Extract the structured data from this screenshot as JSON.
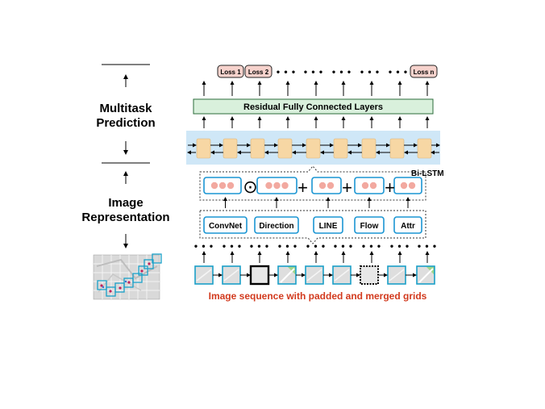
{
  "left_labels": {
    "multitask_line1": "Multitask",
    "multitask_line2": "Prediction",
    "image_line1": "Image",
    "image_line2": "Representation"
  },
  "losses": [
    "Loss 1",
    "Loss 2",
    "Loss n"
  ],
  "ellipsis": "• • •",
  "residual_label": "Residual Fully Connected Layers",
  "bilstm_label": "Bi-LSTM",
  "operators": {
    "hadamard": "⊙",
    "plus": "+"
  },
  "features": [
    "ConvNet",
    "Direction",
    "LINE",
    "Flow",
    "Attr"
  ],
  "caption": "Image sequence with padded and merged grids",
  "colors": {
    "loss_fill": "#f6d2cc",
    "loss_stroke": "#222222",
    "residual_fill": "#d9f0dc",
    "residual_stroke": "#2a6b3a",
    "lstm_band": "#cfe7f7",
    "lstm_cell": "#f7d7a4",
    "feature_stroke": "#1a95d3",
    "circle_fill": "#f2a9a0",
    "caption": "#d23a1e",
    "tile_border": "#1aa0c8"
  }
}
